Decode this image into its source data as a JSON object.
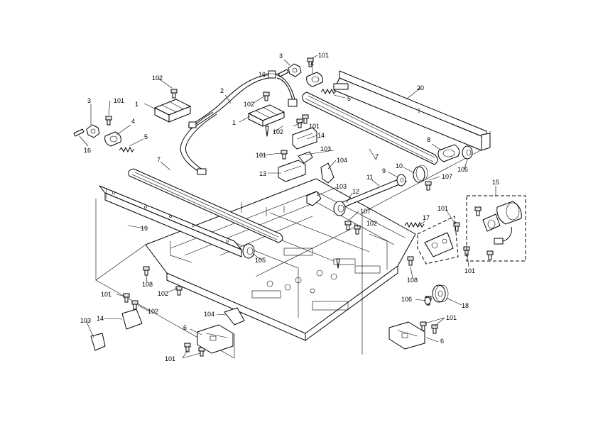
{
  "callouts": [
    "1",
    "1",
    "2",
    "3",
    "3",
    "4",
    "4",
    "5",
    "5",
    "6",
    "6",
    "7",
    "7",
    "8",
    "9",
    "10",
    "11",
    "12",
    "13",
    "14",
    "14",
    "15",
    "16",
    "16",
    "17",
    "18",
    "19",
    "20",
    "101",
    "101",
    "101",
    "101",
    "101",
    "101",
    "101",
    "101",
    "101",
    "102",
    "102",
    "102",
    "102",
    "102",
    "102",
    "103",
    "103",
    "103",
    "104",
    "104",
    "105",
    "105",
    "106",
    "107",
    "107",
    "108",
    "108"
  ]
}
